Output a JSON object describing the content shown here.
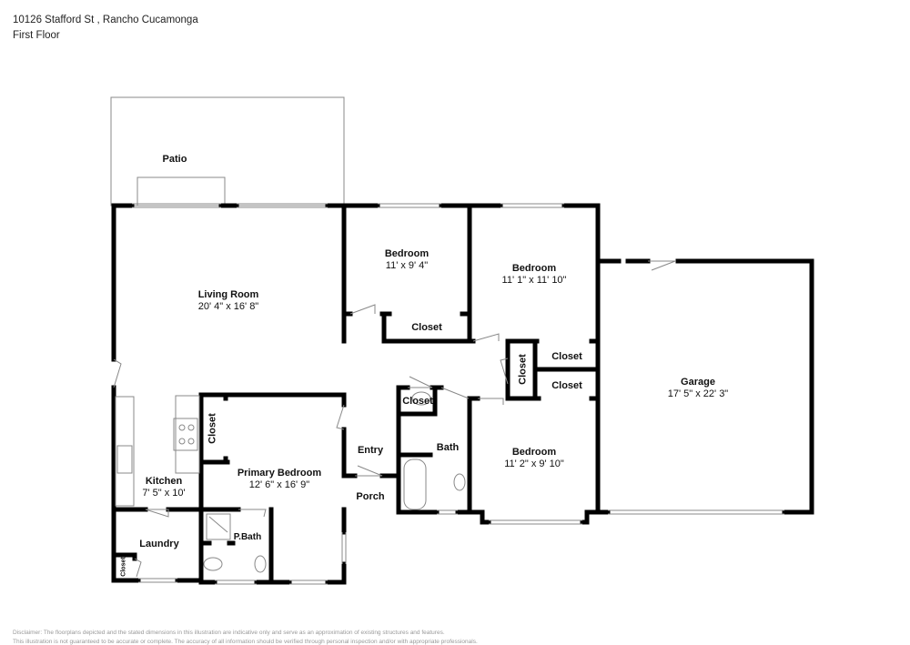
{
  "header": {
    "address": "10126 Stafford St , Rancho Cucamonga",
    "floor": "First Floor"
  },
  "rooms": {
    "patio": {
      "name": "Patio"
    },
    "living_room": {
      "name": "Living Room",
      "dims": "20' 4\" x 16' 8\""
    },
    "bedroom_1": {
      "name": "Bedroom",
      "dims": "11' x 9' 4\""
    },
    "bedroom_2": {
      "name": "Bedroom",
      "dims": "11' 1\" x 11' 10\""
    },
    "bedroom_3": {
      "name": "Bedroom",
      "dims": "11' 2\" x 9' 10\""
    },
    "garage": {
      "name": "Garage",
      "dims": "17' 5\" x 22' 3\""
    },
    "kitchen": {
      "name": "Kitchen",
      "dims": "7' 5\" x 10'"
    },
    "primary_bedroom": {
      "name": "Primary Bedroom",
      "dims": "12' 6\" x 16' 9\""
    },
    "entry": {
      "name": "Entry"
    },
    "porch": {
      "name": "Porch"
    },
    "bath": {
      "name": "Bath"
    },
    "pbath": {
      "name": "P.Bath"
    },
    "laundry": {
      "name": "Laundry"
    },
    "closet_bed1": {
      "name": "Closet"
    },
    "closet_vertical_hall": {
      "name": "Closet"
    },
    "closet_upper": {
      "name": "Closet"
    },
    "closet_lower": {
      "name": "Closet"
    },
    "closet_bath": {
      "name": "Closet"
    },
    "closet_primary": {
      "name": "Closet"
    },
    "closet_laundry": {
      "name": "Closet"
    }
  },
  "colors": {
    "wall": "#000000",
    "thin": "#888888",
    "background": "#ffffff",
    "disclaimer": "#999999"
  },
  "disclaimer": {
    "line1": "Disclaimer: The floorplans depicted and the stated dimensions in this illustration are indicative only and serve as an approximation of existing structures and features.",
    "line2": "This illustration is not guaranteed to be accurate or complete. The accuracy of all information should be verified through personal inspection and/or with appropriate professionals."
  }
}
